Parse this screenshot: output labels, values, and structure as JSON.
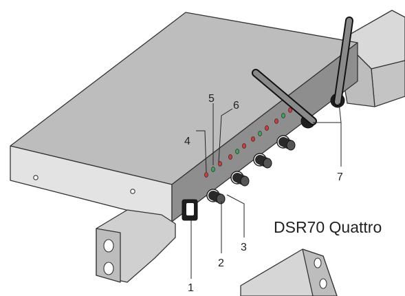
{
  "title": "DSR70 Quattro",
  "callouts": {
    "c1": "1",
    "c2": "2",
    "c3": "3",
    "c4": "4",
    "c5": "5",
    "c6": "6",
    "c7": "7"
  },
  "colors": {
    "body_top": "#bdbdbd",
    "body_side": "#e3e3e3",
    "front_panel": "#8e8e8e",
    "led_red": "#d23a32",
    "led_green": "#3aa655",
    "knob": "#2a2a2a"
  }
}
